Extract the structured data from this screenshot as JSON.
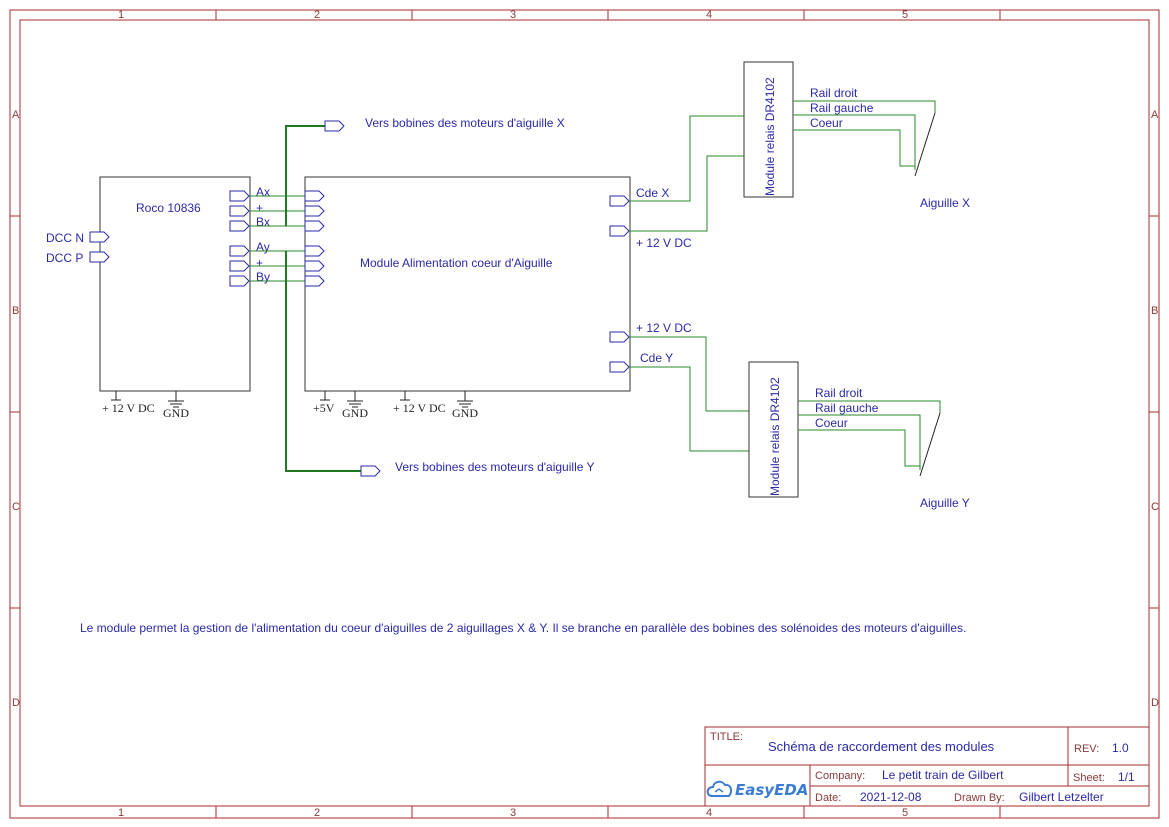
{
  "frame": {
    "col_labels": [
      "1",
      "2",
      "3",
      "4",
      "5"
    ],
    "row_labels": [
      "A",
      "B",
      "C",
      "D"
    ]
  },
  "roco": {
    "name": "Roco 10836",
    "inputs": [
      "DCC N",
      "DCC P"
    ],
    "outputs": [
      "Ax",
      "+",
      "Bx",
      "Ay",
      "+",
      "By"
    ],
    "power": [
      "+ 12 V DC",
      "GND"
    ]
  },
  "module": {
    "name": "Module Alimentation coeur d'Aiguille",
    "out_x": [
      "Cde X",
      "+ 12 V DC"
    ],
    "out_y": [
      "+ 12 V DC",
      "Cde Y"
    ],
    "power": [
      "+5V",
      "GND",
      "+ 12 V DC",
      "GND"
    ]
  },
  "bobines": {
    "x": "Vers bobines des moteurs d'aiguille X",
    "y": "Vers bobines des moteurs d'aiguille Y"
  },
  "relay_x": {
    "name": "Module relais DR4102",
    "rails": [
      "Rail droit",
      "Rail gauche",
      "Coeur"
    ],
    "aiguille": "Aiguille X"
  },
  "relay_y": {
    "name": "Module relais DR4102",
    "rails": [
      "Rail droit",
      "Rail gauche",
      "Coeur"
    ],
    "aiguille": "Aiguille Y"
  },
  "description": "Le module permet la gestion de l'alimentation du coeur d'aiguilles de 2 aiguillages X & Y. Il se branche en parallèle des bobines des solénoides des moteurs d'aiguilles.",
  "title_block": {
    "title_label": "TITLE:",
    "title": "Schéma de raccordement des modules",
    "rev_label": "REV:",
    "rev": "1.0",
    "company_label": "Company:",
    "company": "Le petit train de Gilbert",
    "sheet_label": "Sheet:",
    "sheet": "1/1",
    "date_label": "Date:",
    "date": "2021-12-08",
    "drawn_label": "Drawn By:",
    "drawn_by": "Gilbert Letzelter",
    "logo": "EasyEDA"
  }
}
